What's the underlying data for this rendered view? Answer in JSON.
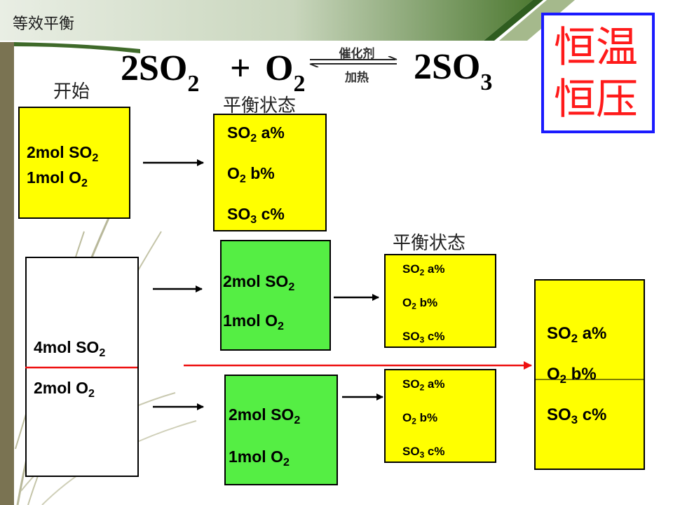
{
  "header": {
    "title": "等效平衡"
  },
  "corner": {
    "line1": "恒温",
    "line2": "恒压"
  },
  "equation": {
    "left_coeff": "2",
    "left_species": "SO",
    "left_sub": "2",
    "plus": "+",
    "mid_species": "O",
    "mid_sub": "2",
    "catalyst": "催化剂",
    "condition": "加热",
    "right_coeff": "2",
    "right_species": "SO",
    "right_sub": "3"
  },
  "labels": {
    "start": "开始",
    "equilibrium": "平衡状态"
  },
  "start_box": {
    "lines": [
      {
        "amount": "2mol SO",
        "sub": "2"
      },
      {
        "amount": "1mol O",
        "sub": "2"
      }
    ]
  },
  "equilibrium_box": {
    "lines": [
      {
        "species": "SO",
        "sub": "2",
        "value": " a%"
      },
      {
        "species": "O",
        "sub": "2",
        "value": " b%"
      },
      {
        "species": "SO",
        "sub": "3",
        "value": " c%"
      }
    ]
  },
  "big_start_box": {
    "lines": [
      {
        "amount": "4mol SO",
        "sub": "2"
      },
      {
        "amount": "2mol O",
        "sub": "2"
      }
    ]
  },
  "split_top": {
    "lines": [
      {
        "amount": "2mol SO",
        "sub": "2"
      },
      {
        "amount": "1mol O",
        "sub": "2"
      }
    ]
  },
  "split_bottom": {
    "lines": [
      {
        "amount": "2mol SO",
        "sub": "2"
      },
      {
        "amount": "1mol O",
        "sub": "2"
      }
    ]
  },
  "eq_top": {
    "lines": [
      {
        "species": "SO",
        "sub": "2",
        "value": " a%"
      },
      {
        "species": "O",
        "sub": "2",
        "value": " b%"
      },
      {
        "species": "SO",
        "sub": "3",
        "value": " c%"
      }
    ]
  },
  "eq_bottom": {
    "lines": [
      {
        "species": "SO",
        "sub": "2",
        "value": " a%"
      },
      {
        "species": "O",
        "sub": "2",
        "value": " b%"
      },
      {
        "species": "SO",
        "sub": "3",
        "value": " c%"
      }
    ]
  },
  "merged_box": {
    "lines": [
      {
        "species": "SO",
        "sub": "2",
        "value": " a%"
      },
      {
        "species": "O",
        "sub": "2",
        "value": " b%"
      },
      {
        "species": "SO",
        "sub": "3",
        "value": " c%"
      }
    ]
  },
  "colors": {
    "yellow_box": "#ffff00",
    "green_box": "#55ee44",
    "red_divider": "#ee1111",
    "corner_border": "#1a1aff",
    "corner_text": "#ff1a1a",
    "header_band": "#6b8f3a"
  }
}
